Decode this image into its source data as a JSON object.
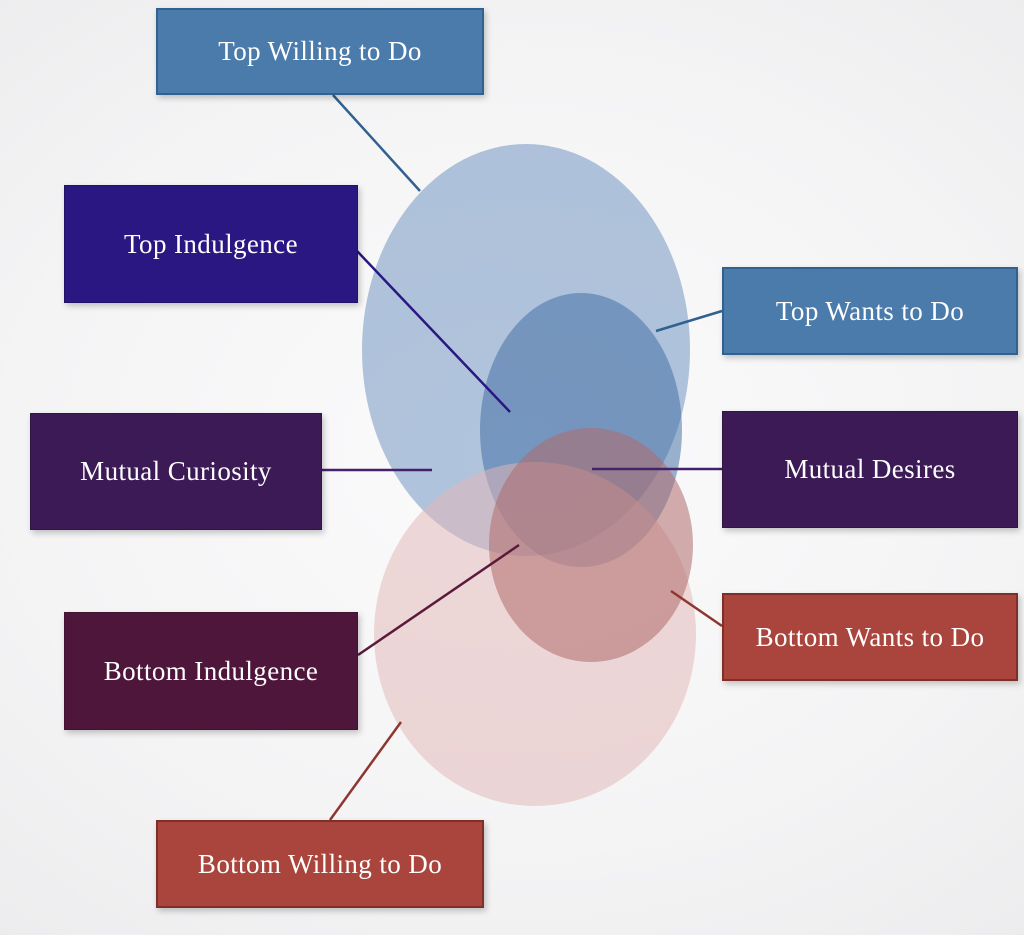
{
  "diagram": {
    "type": "venn-overlap-diagram",
    "labels": {
      "top_willing": "Top Willing to Do",
      "top_indulgence": "Top Indulgence",
      "top_wants": "Top Wants to Do",
      "mutual_curiosity": "Mutual Curiosity",
      "mutual_desires": "Mutual Desires",
      "bottom_indulgence": "Bottom Indulgence",
      "bottom_wants": "Bottom Wants to Do",
      "bottom_willing": "Bottom Willing to Do"
    },
    "colors": {
      "box_blue": "#4A7BAA",
      "box_blue_border": "#31618F",
      "box_indigo": "#2A1781",
      "box_purple": "#3C1A55",
      "box_plum": "#4F163B",
      "box_red": "#A9453C",
      "box_red_border": "#7D2F28",
      "ellipse_top_willing": "#5781B6",
      "ellipse_top_wants": "#39689F",
      "ellipse_bottom_willing": "#E2B6B6",
      "ellipse_bottom_wants": "#B06C6C",
      "line_blue": "#31618F",
      "line_indigo": "#2A1781",
      "line_purple": "#45206B",
      "line_plum": "#5A1A3C",
      "line_red": "#8E3730"
    }
  }
}
